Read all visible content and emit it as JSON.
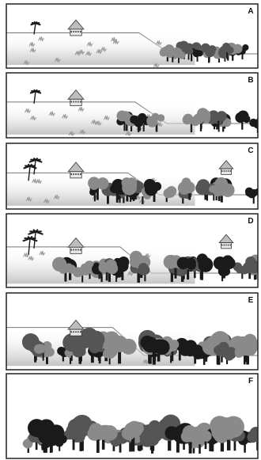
{
  "figure": {
    "panels": [
      {
        "id": "A",
        "label": "A",
        "hut_count": 1,
        "right_hut": false,
        "forest_density": 0.15
      },
      {
        "id": "B",
        "label": "B",
        "hut_count": 1,
        "right_hut": false,
        "forest_density": 0.25
      },
      {
        "id": "C",
        "label": "C",
        "hut_count": 2,
        "right_hut": true,
        "forest_density": 0.45
      },
      {
        "id": "D",
        "label": "D",
        "hut_count": 2,
        "right_hut": true,
        "forest_density": 0.65
      },
      {
        "id": "E",
        "label": "E",
        "hut_count": 1,
        "right_hut": false,
        "forest_density": 0.85
      },
      {
        "id": "F",
        "label": "F",
        "hut_count": 0,
        "right_hut": false,
        "forest_density": 1.0
      }
    ],
    "colors": {
      "border": "#222222",
      "ground_line": "#777777",
      "tree_dark": "#1a1a1a",
      "tree_mid": "#555555",
      "tree_light": "#8a8a8a",
      "grass": "#9a9a9a",
      "shade": "#cfcfcf"
    }
  }
}
